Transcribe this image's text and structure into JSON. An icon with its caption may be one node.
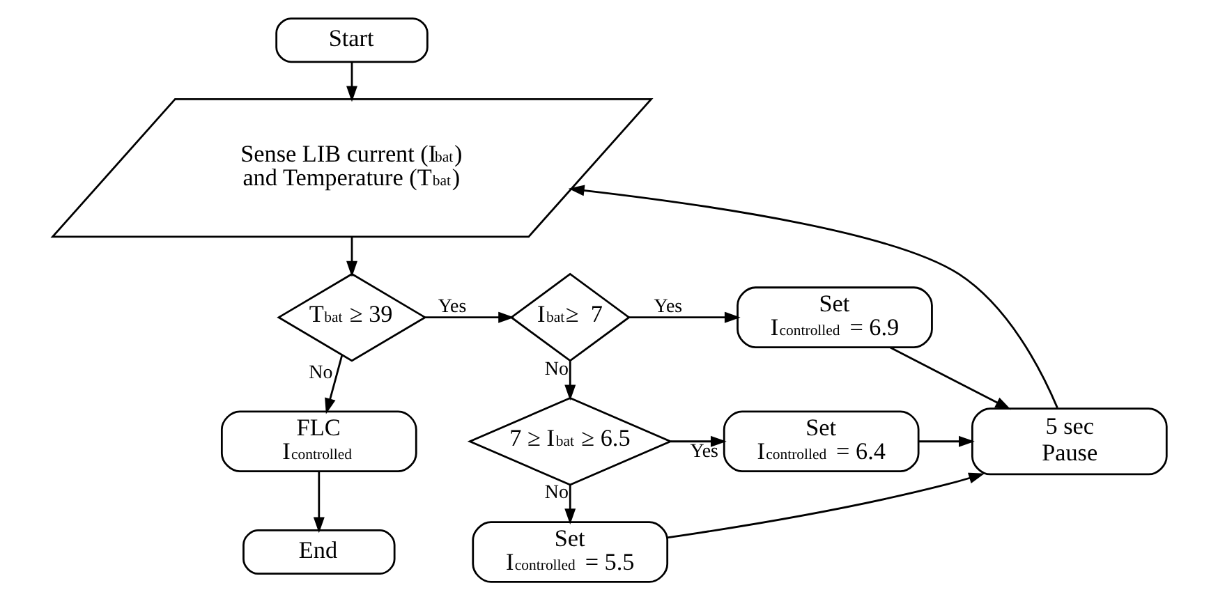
{
  "diagram": {
    "nodes": [
      {
        "text": [
          "Start"
        ]
      },
      {
        "text": [
          "Sense LIB current (I$_{bat}$) and Temperature (T$_{bat}$)"
        ]
      },
      {
        "text": [
          "T$_{bat}$ ≥ 39"
        ]
      },
      {
        "text": [
          "I$_{bat}$≥  7"
        ]
      },
      {
        "text": [
          "Set I$_{controlled}$ = 6.9"
        ]
      },
      {
        "text": [
          "FLC I$_{controlled}$"
        ]
      },
      {
        "text": [
          "7 ≥ I$_{bat}$ ≥ 6.5"
        ]
      },
      {
        "text": [
          "Set I$_{controlled}$ = 6.4"
        ]
      },
      {
        "text": [
          "5 sec Pause"
        ]
      },
      {
        "text": [
          "End"
        ]
      },
      {
        "text": [
          "Set I$_{controlled}$ = 5.5"
        ]
      }
    ],
    "edges": [
      {
        "from": 0,
        "to": 1,
        "arrow": "to"
      },
      {
        "from": 1,
        "to": 2,
        "arrow": "to"
      },
      {
        "from": 2,
        "to": 3,
        "arrow": "to",
        "label": "Yes"
      },
      {
        "from": 3,
        "to": 4,
        "arrow": "to",
        "label": "Yes"
      },
      {
        "from": 2,
        "to": 5,
        "arrow": "to",
        "label": "No"
      },
      {
        "from": 3,
        "to": 6,
        "arrow": "to",
        "label": "No"
      },
      {
        "from": 6,
        "to": 7,
        "arrow": "to",
        "label": "Yes"
      },
      {
        "from": 4,
        "to": 8,
        "arrow": "to"
      },
      {
        "from": 7,
        "to": 8,
        "arrow": "to"
      },
      {
        "from": 6,
        "to": 10,
        "arrow": "to",
        "label": "No"
      },
      {
        "from": 10,
        "to": 8,
        "arrow": "to"
      },
      {
        "from": 5,
        "to": 9,
        "arrow": "to"
      },
      {
        "from": 8,
        "to": 1,
        "arrow": "to"
      }
    ]
  }
}
